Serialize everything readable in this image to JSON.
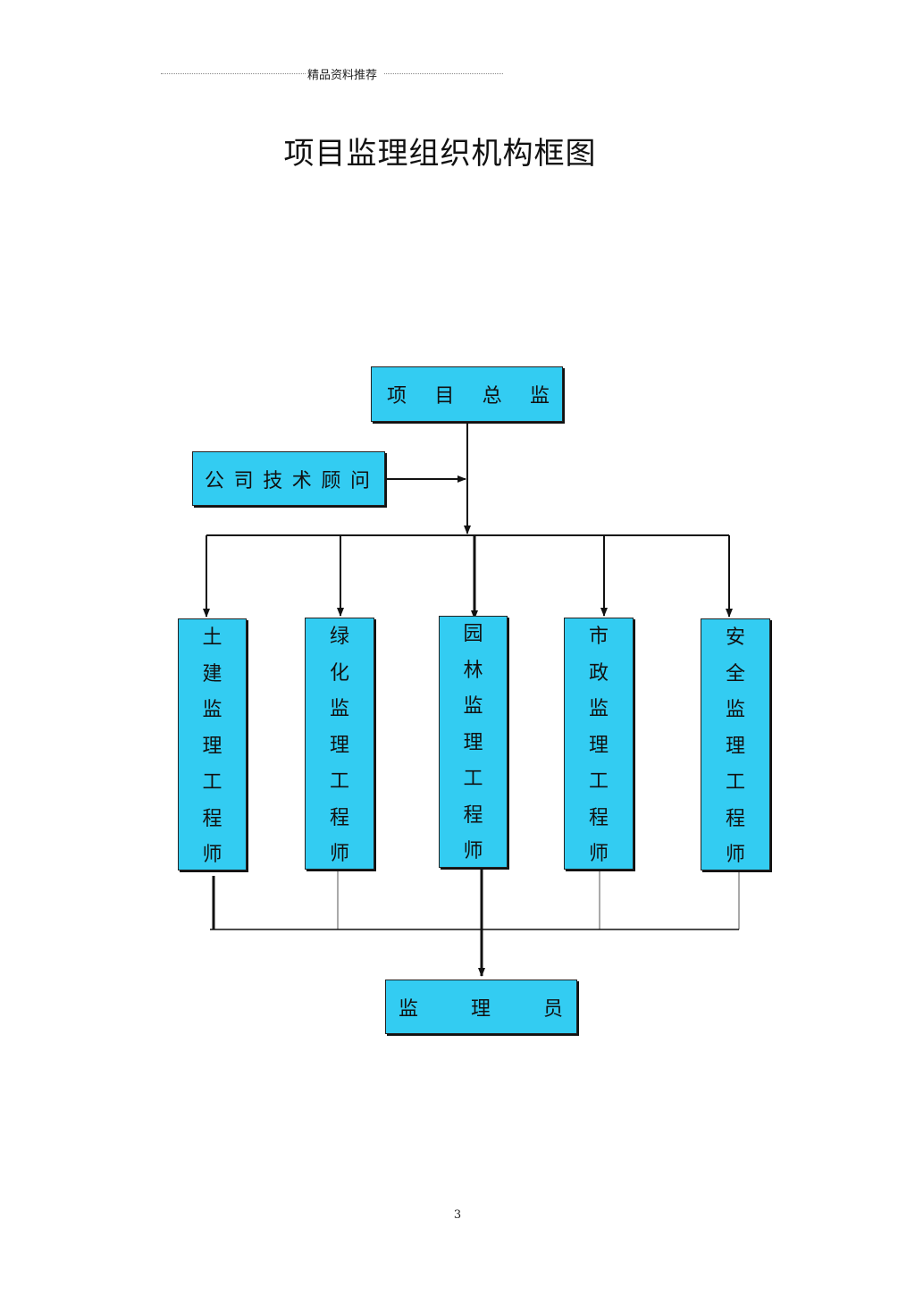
{
  "header": {
    "text": "精品资料推荐"
  },
  "title": "项目监理组织机构框图",
  "diagram": {
    "director": [
      "项",
      "目",
      "总",
      "监"
    ],
    "advisor": [
      "公",
      "司",
      "技",
      "术",
      "顾",
      "问"
    ],
    "engineers": [
      [
        "土",
        "建",
        "监",
        "理",
        "工",
        "程",
        "师"
      ],
      [
        "绿",
        "化",
        "监",
        "理",
        "工",
        "程",
        "师"
      ],
      [
        "园",
        "林",
        "监",
        "理",
        "工",
        "程",
        "师"
      ],
      [
        "市",
        "政",
        "监",
        "理",
        "工",
        "程",
        "师"
      ],
      [
        "安",
        "全",
        "监",
        "理",
        "工",
        "程",
        "师"
      ]
    ],
    "supervisor": [
      "监",
      "理",
      "员"
    ]
  },
  "colors": {
    "box_fill": "#33ccf2",
    "line": "#111111"
  },
  "page_number": "3"
}
